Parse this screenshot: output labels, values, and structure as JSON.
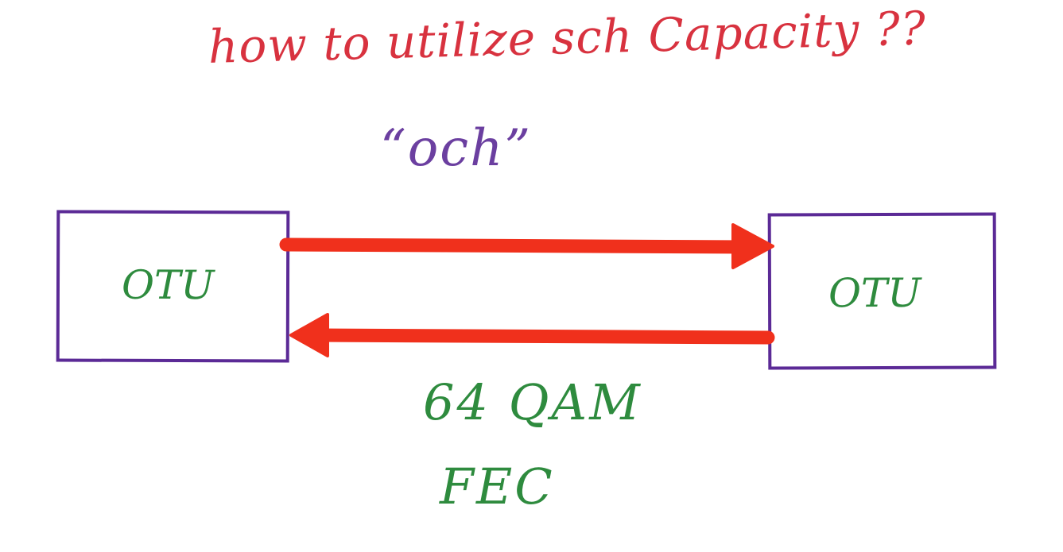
{
  "annotations": {
    "question": "how to utilize sch Capacity ??",
    "channel": "“och”",
    "modulation": "64 QAM",
    "error_correction": "FEC"
  },
  "nodes": {
    "left": {
      "label": "OTU"
    },
    "right": {
      "label": "OTU"
    }
  },
  "links": [
    {
      "from": "left",
      "to": "right",
      "direction": "forward"
    },
    {
      "from": "right",
      "to": "left",
      "direction": "reverse"
    }
  ],
  "colors": {
    "question_ink": "#d8323f",
    "channel_ink": "#6b3fa0",
    "box_border": "#5b2a96",
    "box_label_ink": "#2e8b3e",
    "green_ink": "#2e8b3e",
    "arrow": "#f0301c"
  }
}
